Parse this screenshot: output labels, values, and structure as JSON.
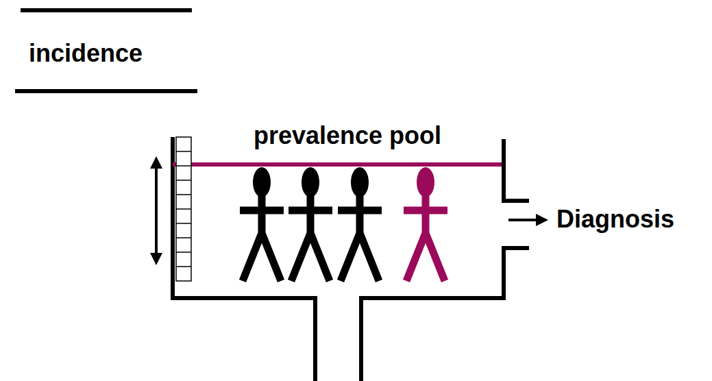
{
  "diagram": {
    "nodes": [
      {
        "text": [
          "prevalence pool"
        ]
      }
    ],
    "labels": [
      "incidence",
      "Diagnosis"
    ]
  }
}
